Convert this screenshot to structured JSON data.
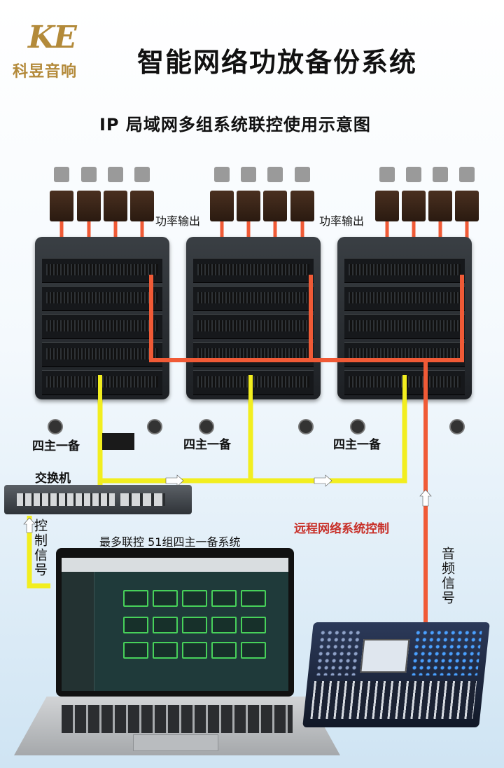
{
  "brand": {
    "logo_latin": "KE",
    "logo_cn": "科昱音响"
  },
  "title": "智能网络功放备份系统",
  "subtitle": "IP 局域网多组系统联控使用示意图",
  "labels": {
    "power_output_1": "功率输出",
    "power_output_2": "功率输出",
    "group_1": "四主一备",
    "group_2": "四主一备",
    "group_3": "四主一备",
    "switch": "交换机",
    "control_signal": "控制信号",
    "laptop_caption": "最多联控 51组四主一备系统",
    "remote_control": "远程网络系统控制",
    "audio_signal": "音频信号"
  },
  "colors": {
    "network_cable": "#f2ee1f",
    "audio_cable": "#f05a36",
    "remote_label": "#c8312a",
    "tile_border": "#47d15a"
  }
}
